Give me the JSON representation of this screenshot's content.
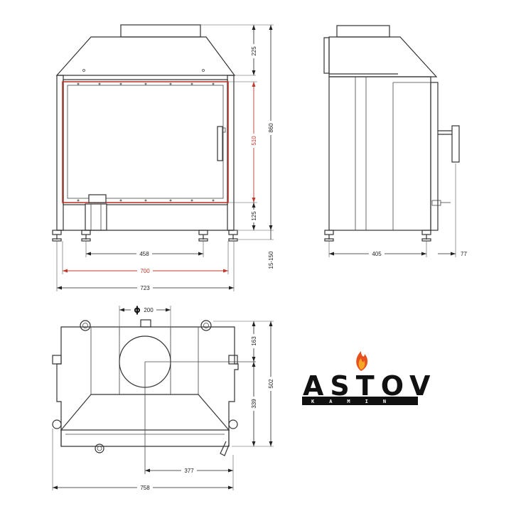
{
  "dimensions": {
    "front": {
      "hood_height": "225",
      "total_height": "860",
      "glass_height": "510",
      "base_height": "125",
      "feet_spacing": "458",
      "glass_width": "700",
      "total_width": "723",
      "feet_adjust": "15-150"
    },
    "side": {
      "depth": "405",
      "handle_offset": "77"
    },
    "top": {
      "flue_diameter": "200",
      "flue_depth": "163",
      "flue_to_front": "339",
      "total_depth": "502",
      "flue_side_offset": "377",
      "total_width": "758"
    }
  },
  "symbols": {
    "diameter": "ϕ"
  },
  "logo": {
    "brand": "ASTOV",
    "subtitle": "KAMIN",
    "colors": {
      "flame_outer": "#e8501e",
      "flame_inner": "#f5a623",
      "text": "#111111"
    }
  },
  "colors": {
    "outline": "#333333",
    "accent_dimension": "#c0392b"
  }
}
